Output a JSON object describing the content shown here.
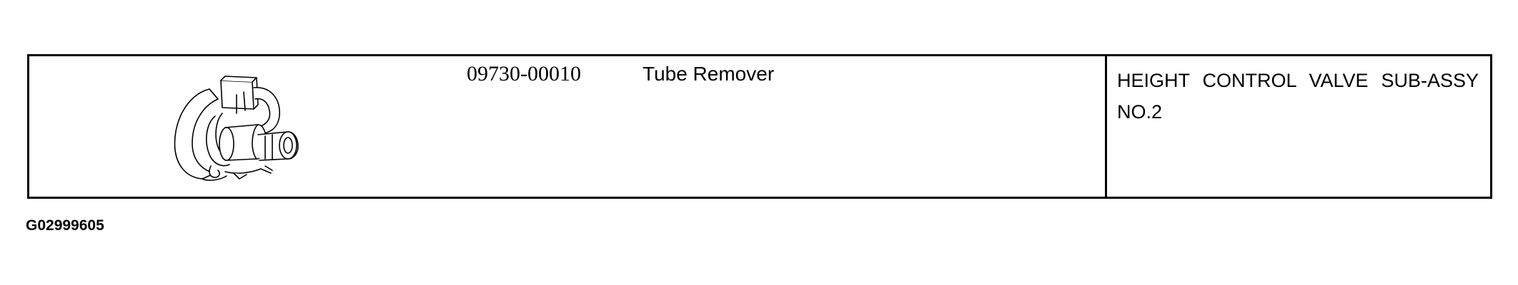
{
  "tool": {
    "part_number": "09730-00010",
    "name": "Tube Remover",
    "illustration_icon": "tube-remover-tool-icon"
  },
  "application": {
    "text": "HEIGHT CONTROL VALVE SUB-ASSY NO.2"
  },
  "figure": {
    "code": "G02999605"
  }
}
